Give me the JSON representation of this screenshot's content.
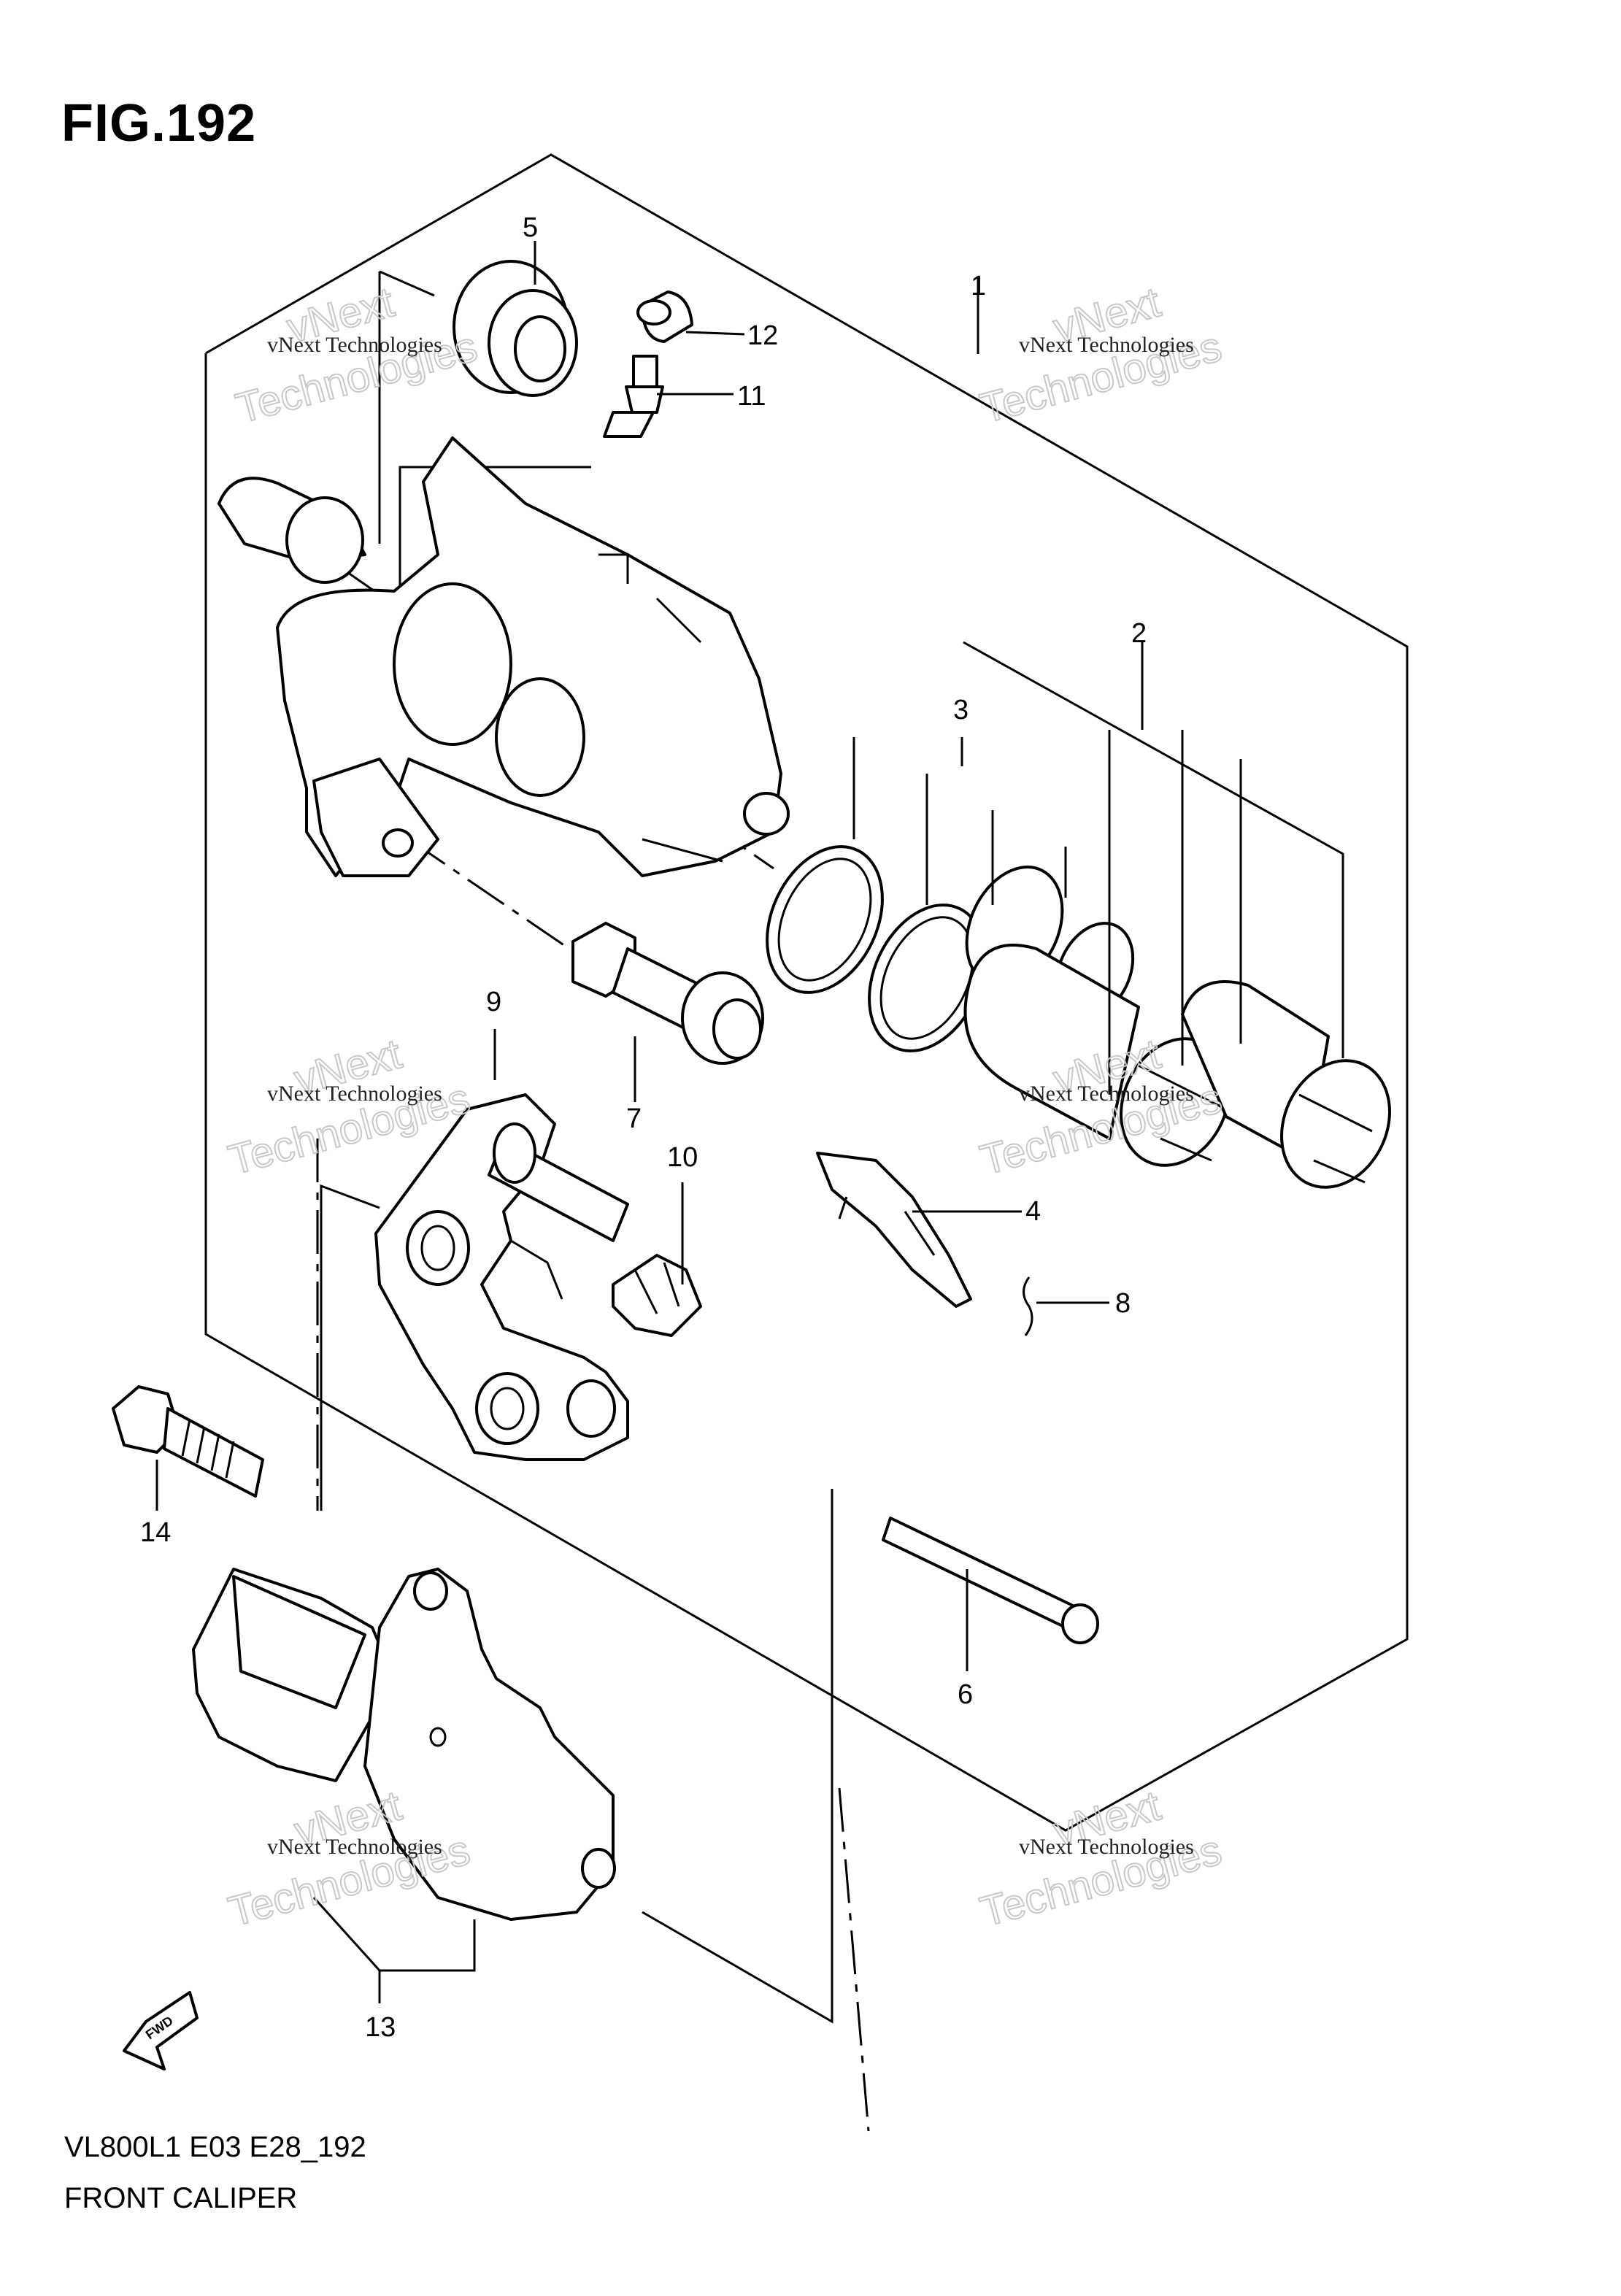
{
  "figure": {
    "title": "FIG.192",
    "model_code": "VL800L1 E03 E28_192",
    "name": "FRONT CALIPER"
  },
  "watermark": {
    "line1": "vNext Technologies",
    "line2": "vNext",
    "line3": "Technologies"
  },
  "fwd_label": "FWD",
  "callouts": [
    {
      "id": "c1",
      "label": "1"
    },
    {
      "id": "c2",
      "label": "2"
    },
    {
      "id": "c3",
      "label": "3"
    },
    {
      "id": "c4",
      "label": "4"
    },
    {
      "id": "c5",
      "label": "5"
    },
    {
      "id": "c6",
      "label": "6"
    },
    {
      "id": "c7",
      "label": "7"
    },
    {
      "id": "c8",
      "label": "8"
    },
    {
      "id": "c9",
      "label": "9"
    },
    {
      "id": "c10",
      "label": "10"
    },
    {
      "id": "c11",
      "label": "11"
    },
    {
      "id": "c12",
      "label": "12"
    },
    {
      "id": "c13",
      "label": "13"
    },
    {
      "id": "c14",
      "label": "14"
    }
  ]
}
